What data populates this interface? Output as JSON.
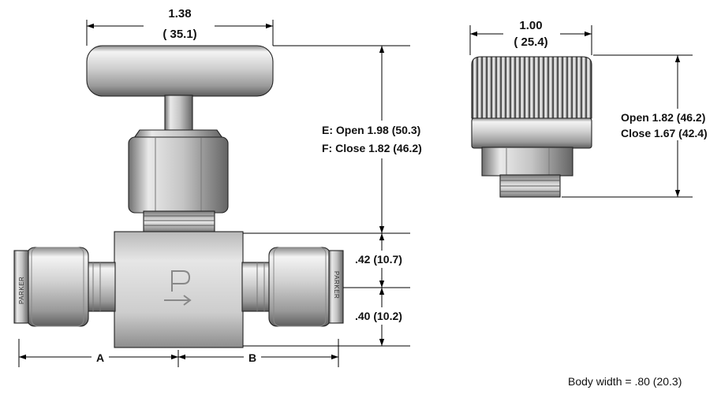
{
  "main_view": {
    "handle_width": {
      "in": "1.38",
      "mm": "( 35.1)"
    },
    "height_open": "E: Open 1.98 (50.3)",
    "height_close": "F: Close 1.82 (46.2)",
    "upper_half": ".42 (10.7)",
    "lower_half": ".40 (10.2)",
    "end_a": "A",
    "end_b": "B",
    "nut_marking_left": "PARKER",
    "nut_marking_right": "PARKER"
  },
  "knob_view": {
    "knob_width": {
      "in": "1.00",
      "mm": "( 25.4)"
    },
    "height_open": "Open 1.82 (46.2)",
    "height_close": "Close 1.67 (42.4)"
  },
  "footnote": "Body width = .80 (20.3)"
}
